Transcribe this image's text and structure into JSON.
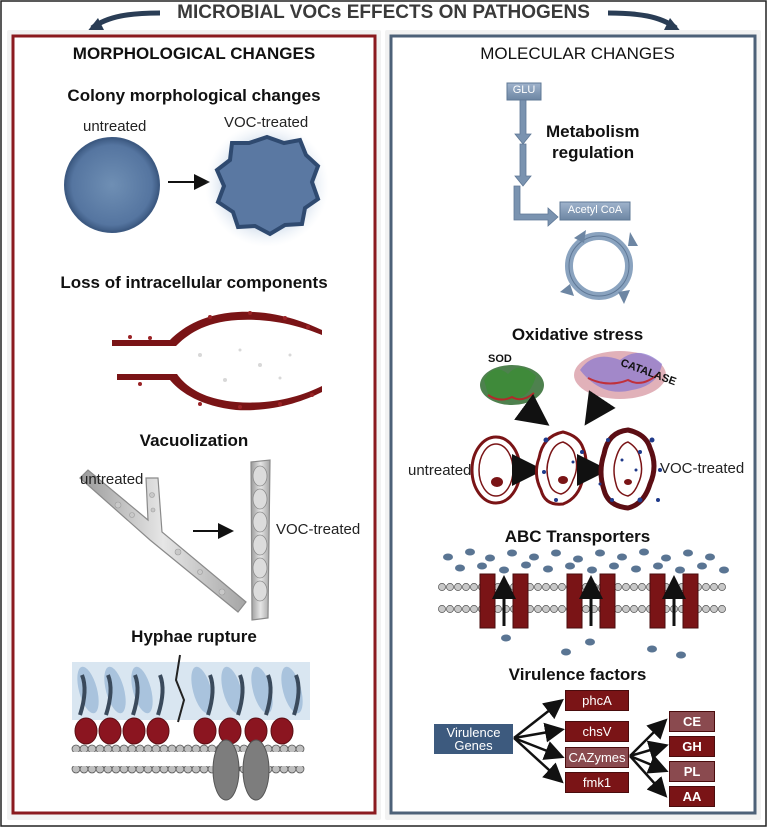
{
  "title": "MICROBIAL VOCs EFFECTS ON PATHOGENS",
  "left_panel": {
    "heading": "MORPHOLOGICAL CHANGES",
    "colony": {
      "title": "Colony morphological changes",
      "untreated": "untreated",
      "treated": "VOC-treated"
    },
    "loss": {
      "title": "Loss of intracellular components"
    },
    "vacuolization": {
      "title": "Vacuolization",
      "untreated": "untreated",
      "treated": "VOC-treated"
    },
    "hyphae": {
      "title": "Hyphae rupture"
    }
  },
  "right_panel": {
    "heading": "MOLECULAR CHANGES",
    "metabolism": {
      "title_line1": "Metabolism",
      "title_line2": "regulation",
      "glu": "GLU",
      "acetyl": "Acetyl CoA"
    },
    "oxidative": {
      "title": "Oxidative stress",
      "sod": "SOD",
      "catalase": "CATALASE",
      "untreated": "untreated",
      "treated": "VOC-treated"
    },
    "abc": {
      "title": "ABC Transporters"
    },
    "virulence": {
      "title": "Virulence factors",
      "genes_line1": "Virulence",
      "genes_line2": "Genes",
      "genes": [
        "phcA",
        "chsV",
        "CAZymes",
        "fmk1"
      ],
      "cazymes": [
        "CE",
        "GH",
        "PL",
        "AA"
      ]
    }
  },
  "colors": {
    "left_border": "#8b1a1f",
    "right_border": "#4d6178",
    "maroon": "#7a1416",
    "slate": "#4e6a88"
  }
}
